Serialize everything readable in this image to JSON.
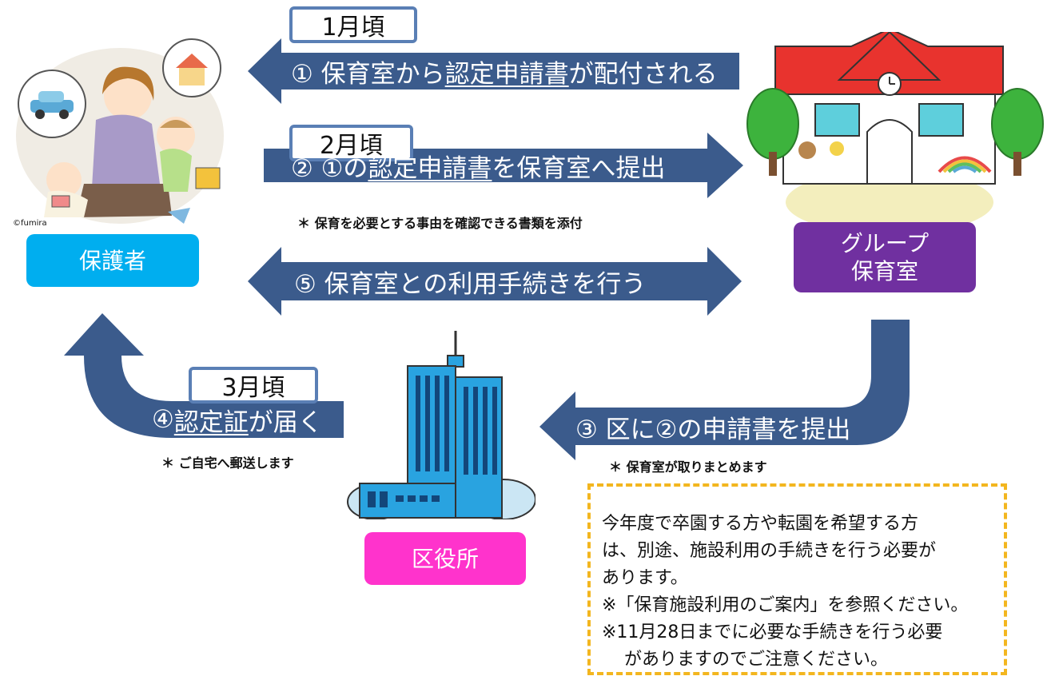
{
  "actors": {
    "guardian": "保護者",
    "group_nursery_line1": "グループ",
    "group_nursery_line2": "保育室",
    "ward_office": "区役所"
  },
  "months": {
    "jan": "1月頃",
    "feb": "2月頃",
    "mar": "3月頃"
  },
  "steps": {
    "step1": {
      "prefix": "① 保育室から",
      "underlined": "認定申請書",
      "suffix": "が配付される"
    },
    "step2": {
      "prefix": "② ①の",
      "underlined": "認定申請書",
      "suffix": "を保育室へ提出",
      "note": "＊ 保育を必要とする事由を確認できる書類を添付"
    },
    "step3": {
      "text": "③ 区に②の申請書を提出",
      "note": "＊ 保育室が取りまとめます"
    },
    "step4": {
      "prefix": "④",
      "underlined": "認定証",
      "suffix": "が届く",
      "note": "＊ ご自宅へ郵送します"
    },
    "step5": {
      "text": "⑤ 保育室との利用手続きを行う"
    }
  },
  "notice": {
    "line1": "今年度で卒園する方や転園を希望する方",
    "line2": "は、別途、施設利用の手続きを行う必要が",
    "line3": "あります。",
    "line4": "※「保育施設利用のご案内」を参照ください。",
    "line5": "※11月28日までに必要な手続きを行う必要",
    "line6": "がありますのでご注意ください。"
  },
  "illustration_credit": "©fumira",
  "colors": {
    "arrow": "#3b5b8c",
    "guardian_label": "#00aeef",
    "nursery_label": "#7030a0",
    "office_label": "#ff33cc",
    "notice_border": "#f3b61f",
    "month_border": "#5a7fb5"
  }
}
